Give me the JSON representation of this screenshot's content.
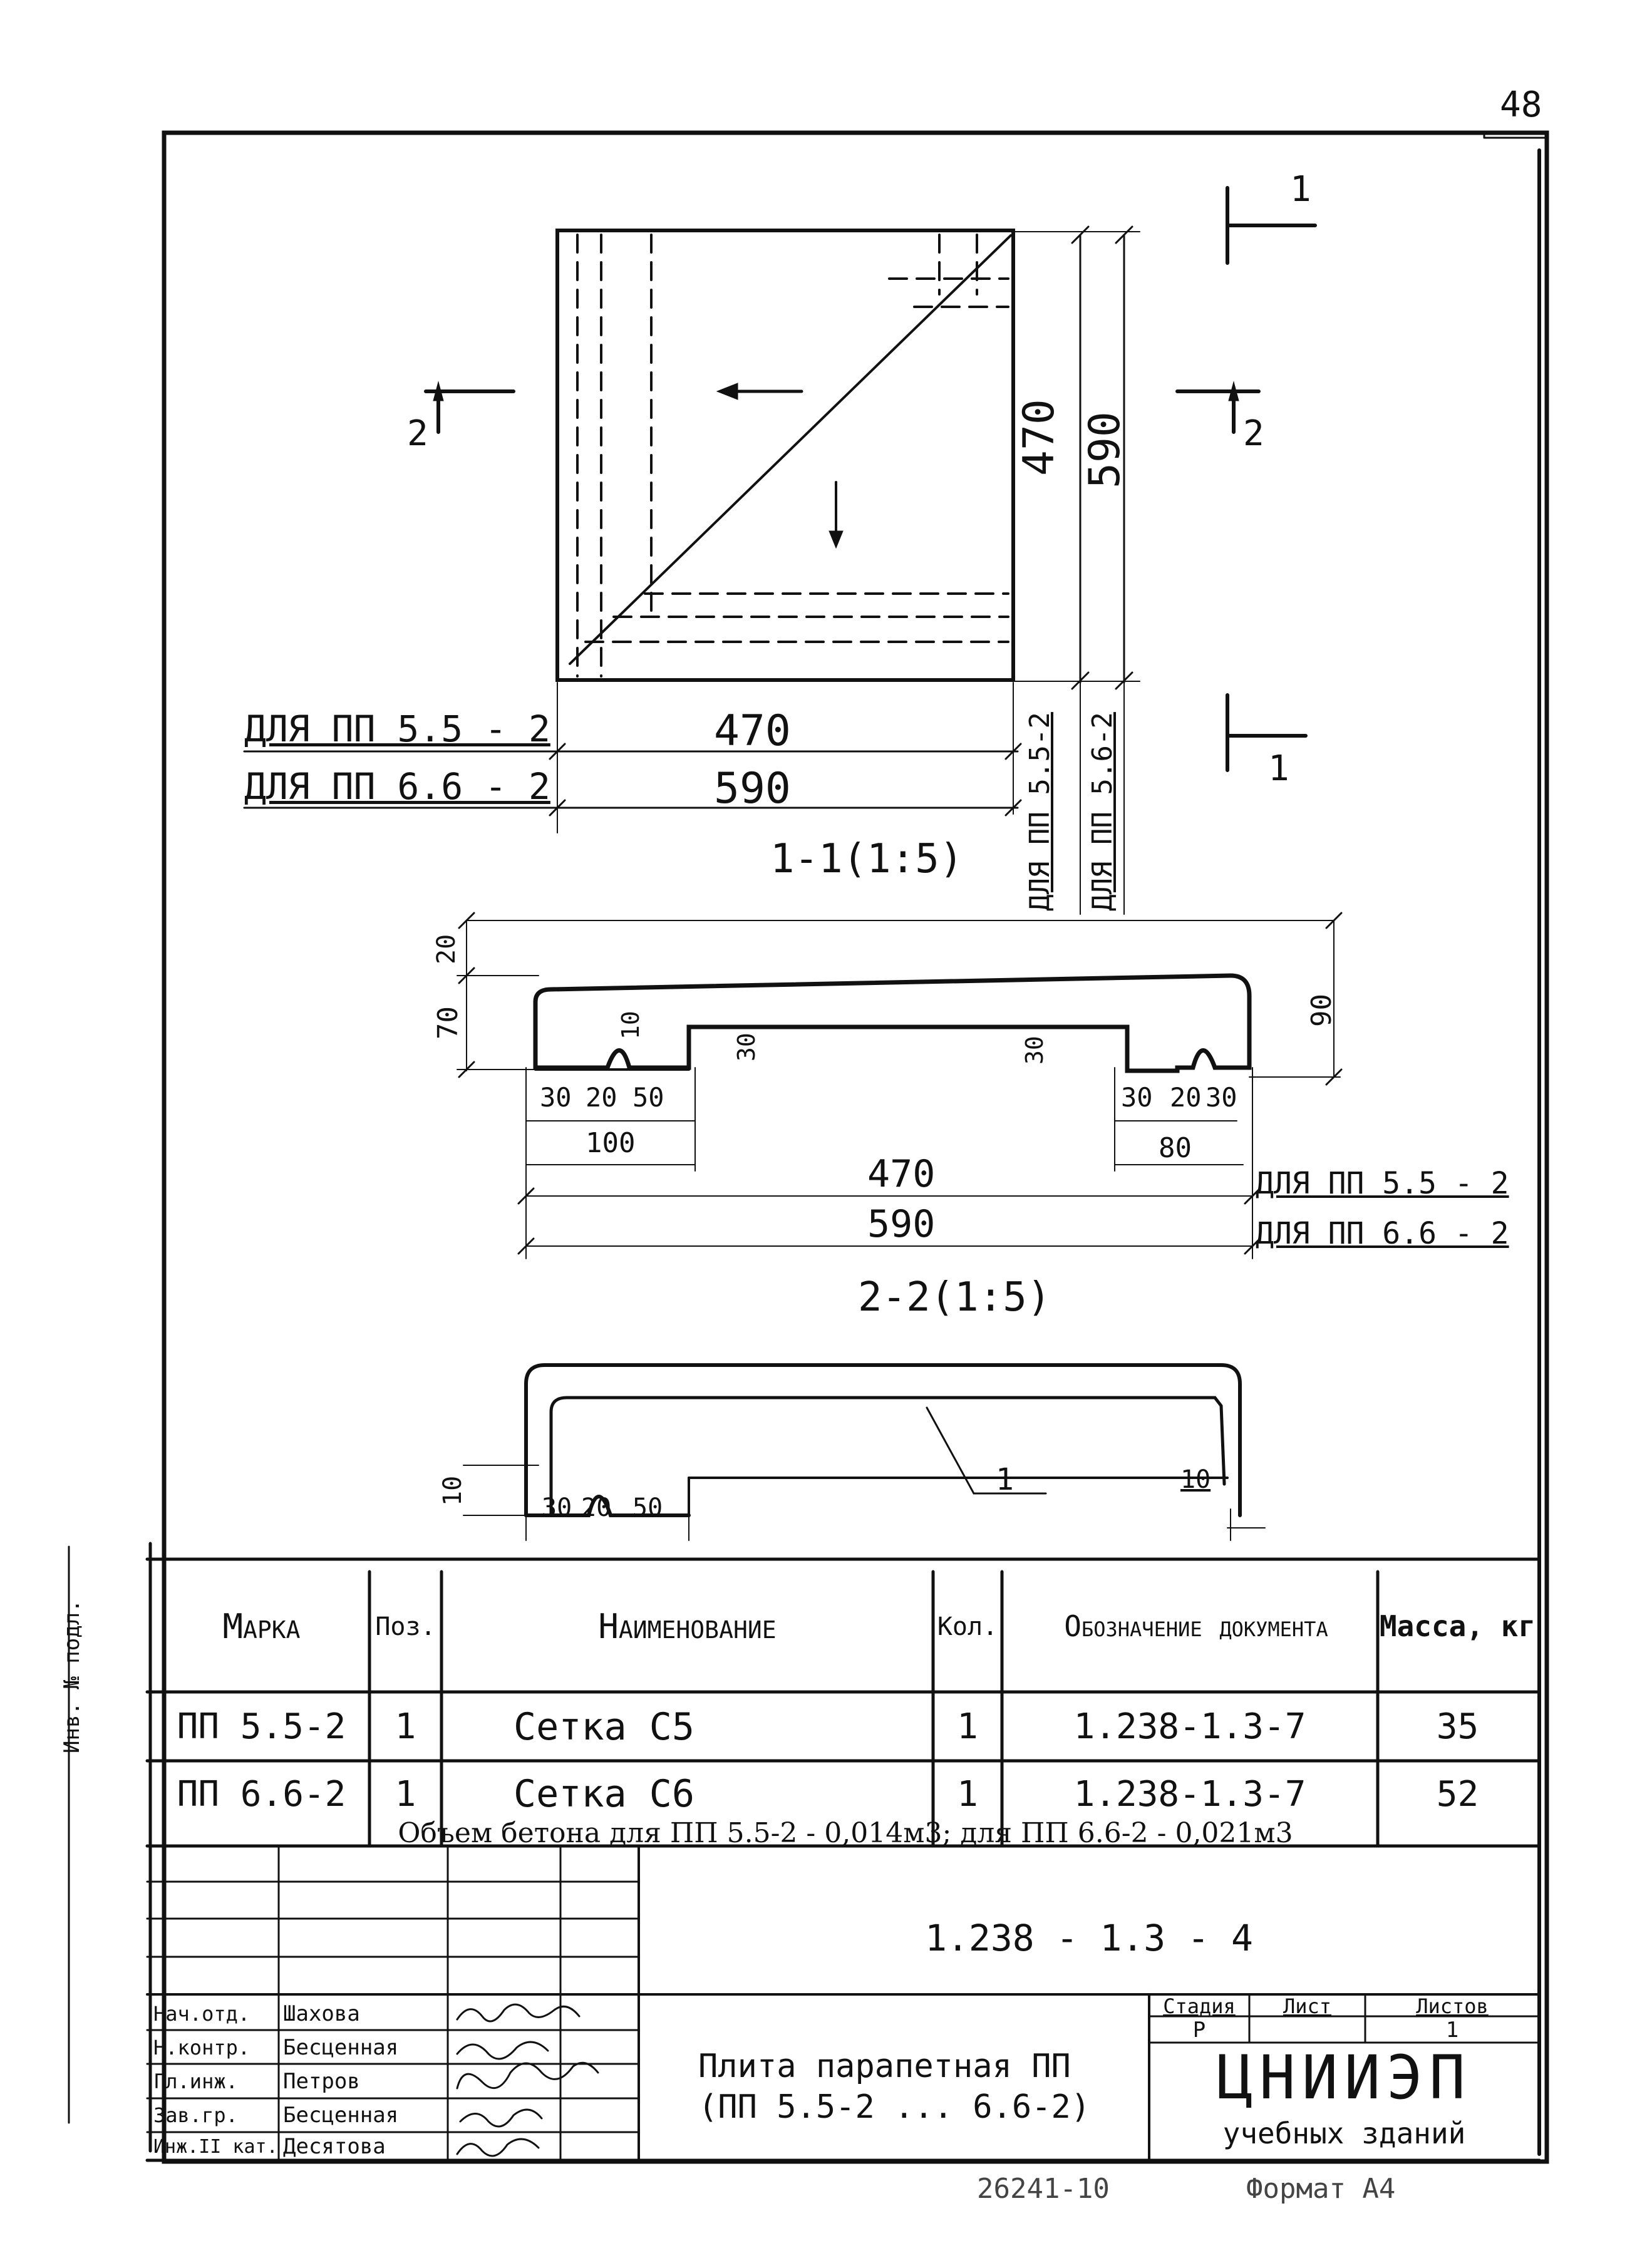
{
  "page_number": "48",
  "plan": {
    "dim_470_vertical": "470",
    "dim_590_vertical": "590",
    "dim_470_horizontal": "470",
    "dim_590_horizontal": "590",
    "label_pp55": "ДЛЯ ПП 5.5 - 2",
    "label_pp66": "ДЛЯ ПП 6.6 - 2",
    "vlabel_pp55": "ДЛЯ ПП 5.5-2",
    "vlabel_pp66": "ДЛЯ ПП 5.6-2",
    "cut1_top": "1",
    "cut1_bottom": "1",
    "cut2_left": "2",
    "cut2_right": "2"
  },
  "section11": {
    "title": "1-1(1:5)",
    "dim_20": "20",
    "dim_70": "70",
    "dim_90": "90",
    "dim_10": "10",
    "dim_30a": "30",
    "dim_30b": "30",
    "bottom_left": [
      "30",
      "20",
      "50"
    ],
    "bottom_right": [
      "30",
      "20",
      "30"
    ],
    "dim_100": "100",
    "dim_80": "80",
    "dim_470": "470",
    "dim_590": "590",
    "label_pp55": "ДЛЯ ПП 5.5 - 2",
    "label_pp66": "ДЛЯ ПП 6.6 - 2"
  },
  "section22": {
    "title": "2-2(1:5)",
    "dim_10_left": "10",
    "bottom_left": [
      "30",
      "20",
      "50"
    ],
    "leader_1": "1",
    "dim_10_right": "10"
  },
  "side_stamp": "Инв. № подл.",
  "spec_table": {
    "headers": {
      "marka": "Марка",
      "poz": "Поз.",
      "name": "Наименование",
      "kol": "Кол.",
      "doc": "Обозначение документа",
      "mass": "Масса, кг"
    },
    "rows": [
      {
        "marka": "ПП 5.5-2",
        "poz": "1",
        "name": "Сетка С5",
        "kol": "1",
        "doc": "1.238-1.3-7",
        "mass": "35"
      },
      {
        "marka": "ПП 6.6-2",
        "poz": "1",
        "name": "Сетка С6",
        "kol": "1",
        "doc": "1.238-1.3-7",
        "mass": "52"
      }
    ],
    "note": "Объем бетона для ПП 5.5-2 - 0,014м3; для ПП 6.6-2 - 0,021м3"
  },
  "title_block": {
    "doc_code": "1.238 - 1.3 - 4",
    "signatures": [
      {
        "role": "Нач.отд.",
        "name": "Шахова"
      },
      {
        "role": "Н.контр.",
        "name": "Бесценная"
      },
      {
        "role": "Гл.инж.",
        "name": "Петров"
      },
      {
        "role": "Зав.гр.",
        "name": "Бесценная"
      },
      {
        "role": "Инж.II кат.",
        "name": "Десятова"
      }
    ],
    "title_line1": "Плита парапетная ПП",
    "title_line2": "(ПП 5.5-2 ... 6.6-2)",
    "stage_label": "Стадия",
    "sheet_label": "Лист",
    "sheets_label": "Листов",
    "stage_value": "Р",
    "sheets_value": "1",
    "org_name": "ЦНИИЭП",
    "org_sub": "учебных зданий"
  },
  "footer": {
    "order": "26241-10",
    "format": "Формат А4"
  }
}
